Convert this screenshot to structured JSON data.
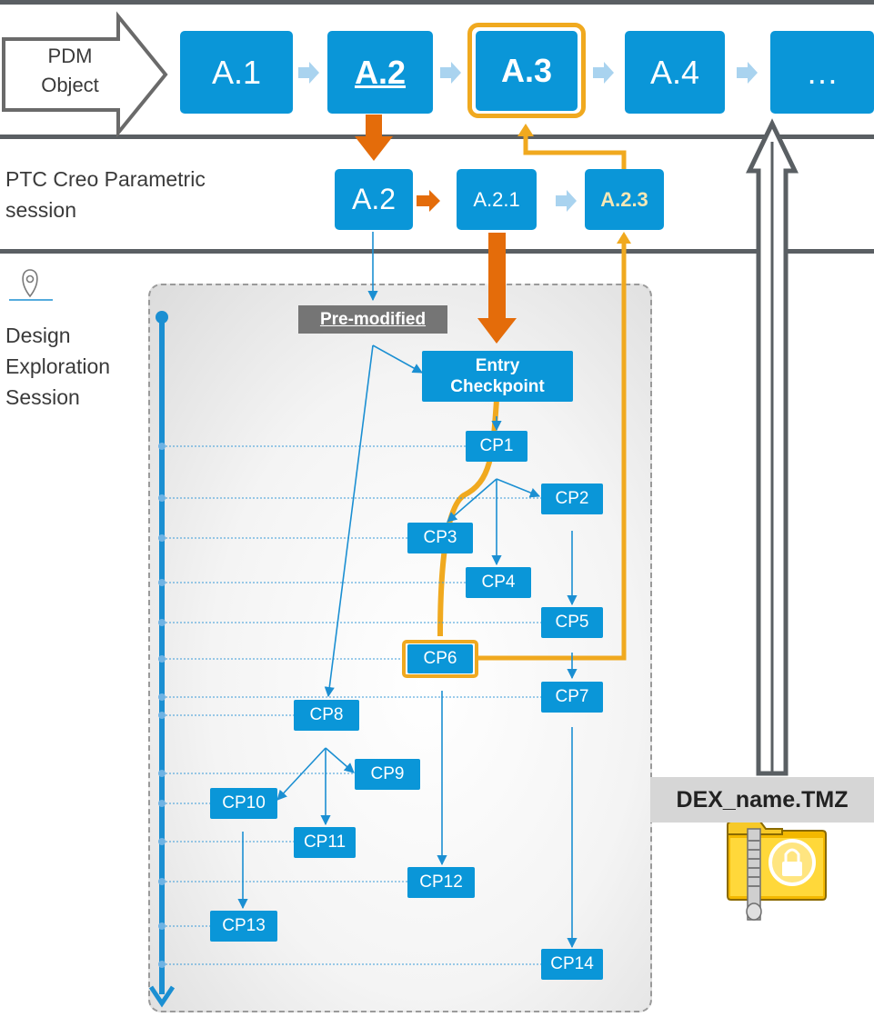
{
  "lanes": {
    "pdm": "PDM\nObject",
    "pdm_line1": "PDM",
    "pdm_line2": "Object",
    "creo_line1": "PTC Creo Parametric",
    "creo_line2": "session",
    "dex_line1": "Design",
    "dex_line2": "Exploration",
    "dex_line3": "Session"
  },
  "pdm_versions": [
    "A.1",
    "A.2",
    "A.3",
    "A.4",
    "…"
  ],
  "creo_versions": [
    "A.2",
    "A.2.1",
    "A.2.3"
  ],
  "premodified": "Pre-modified",
  "entry_checkpoint": {
    "line1": "Entry",
    "line2": "Checkpoint"
  },
  "checkpoints": [
    "CP1",
    "CP2",
    "CP3",
    "CP4",
    "CP5",
    "CP6",
    "CP7",
    "CP8",
    "CP9",
    "CP10",
    "CP11",
    "CP12",
    "CP13",
    "CP14"
  ],
  "dex_file": "DEX_name.TMZ",
  "colors": {
    "blue": "#0a96d8",
    "orange": "#e46c0a",
    "gold": "#f0a91f",
    "light_arrow": "#a9d3ef",
    "rule": "#5a5f63"
  },
  "icons": [
    "location-pin-icon",
    "locked-zip-folder-icon"
  ]
}
